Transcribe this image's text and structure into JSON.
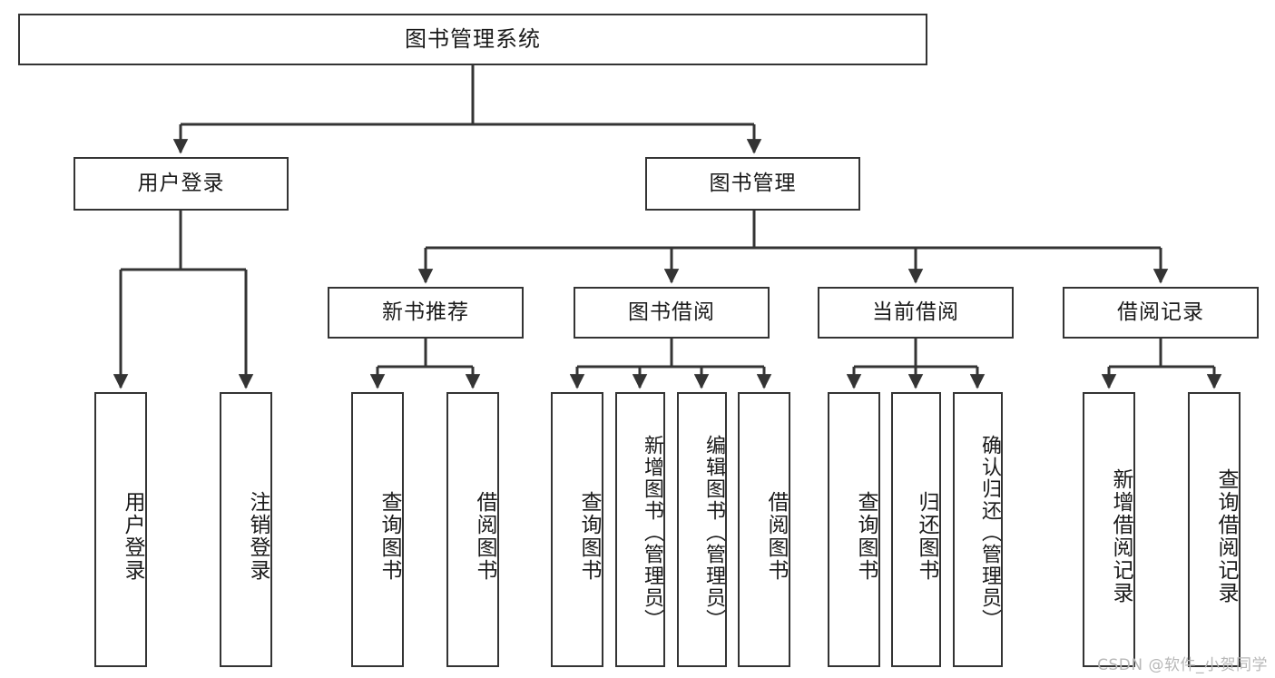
{
  "diagram": {
    "title": "图书管理系统",
    "type": "tree-hierarchy",
    "background_color": "#ffffff",
    "line_color": "#343434",
    "text_color": "#1a1a1a",
    "levels": {
      "root": {
        "label": "图书管理系统"
      },
      "level2": [
        {
          "label": "用户登录"
        },
        {
          "label": "图书管理"
        }
      ],
      "level3": [
        {
          "label": "新书推荐"
        },
        {
          "label": "图书借阅"
        },
        {
          "label": "当前借阅"
        },
        {
          "label": "借阅记录"
        }
      ],
      "leaves": [
        {
          "label": "用户登录",
          "parent": "用户登录"
        },
        {
          "label": "注销登录",
          "parent": "用户登录"
        },
        {
          "label": "查询图书",
          "parent": "新书推荐"
        },
        {
          "label": "借阅图书",
          "parent": "新书推荐"
        },
        {
          "label": "查询图书",
          "parent": "图书借阅"
        },
        {
          "label": "新增图书（管理员）",
          "parent": "图书借阅"
        },
        {
          "label": "编辑图书（管理员）",
          "parent": "图书借阅"
        },
        {
          "label": "借阅图书",
          "parent": "图书借阅"
        },
        {
          "label": "查询图书",
          "parent": "当前借阅"
        },
        {
          "label": "归还图书",
          "parent": "当前借阅"
        },
        {
          "label": "确认归还（管理员）",
          "parent": "当前借阅"
        },
        {
          "label": "新增借阅记录",
          "parent": "借阅记录"
        },
        {
          "label": "查询借阅记录",
          "parent": "借阅记录"
        }
      ]
    },
    "watermark": "CSDN @软件_小贺同学"
  }
}
